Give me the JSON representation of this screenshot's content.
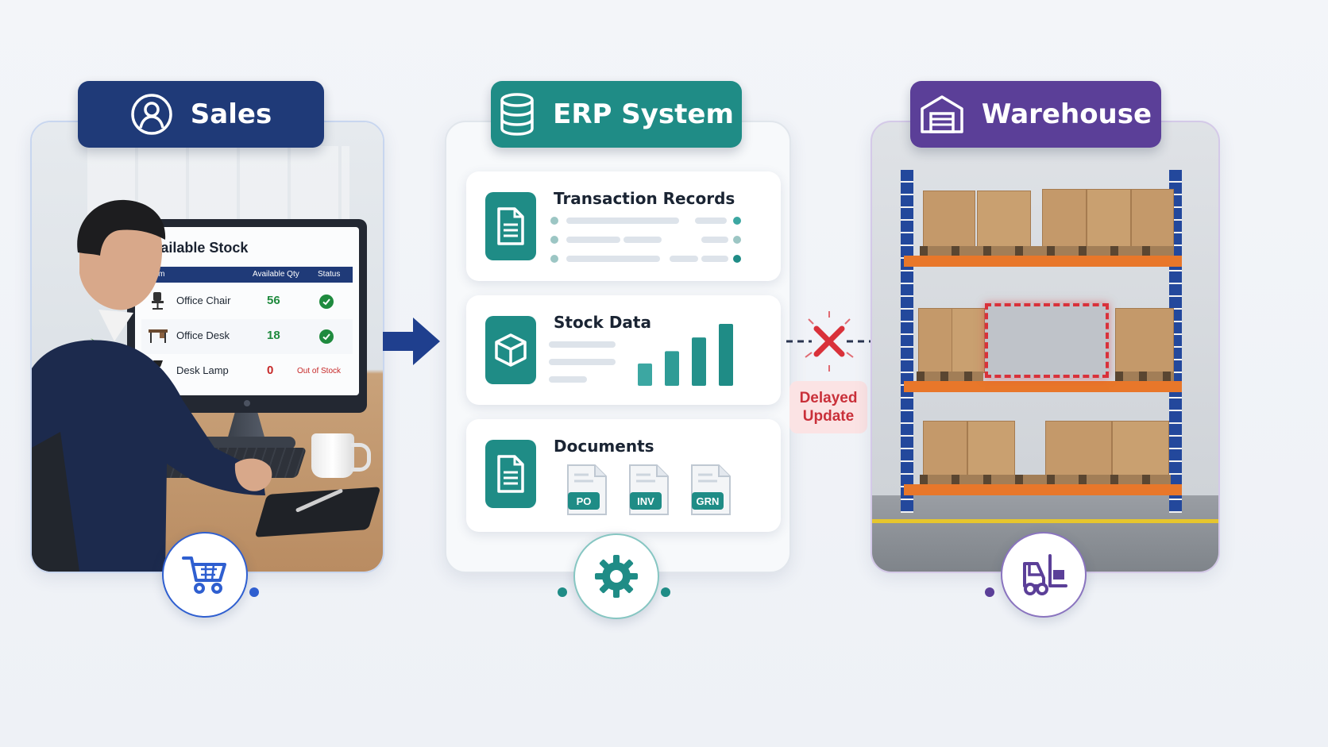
{
  "sales": {
    "title": "Sales",
    "screen_title": "Available Stock",
    "columns": [
      "Item",
      "Available Qty",
      "Status"
    ],
    "rows": [
      {
        "item": "Office Chair",
        "qty": "56",
        "status": "check"
      },
      {
        "item": "Office Desk",
        "qty": "18",
        "status": "check"
      },
      {
        "item": "Desk Lamp",
        "qty": "0",
        "status": "Out of Stock"
      }
    ]
  },
  "erp": {
    "title": "ERP System",
    "cards": {
      "transactions": "Transaction Records",
      "stock": "Stock Data",
      "documents": "Documents"
    },
    "doc_types": [
      "PO",
      "INV",
      "GRN"
    ],
    "stock_bars": [
      0.36,
      0.56,
      0.78,
      1.0
    ]
  },
  "warehouse": {
    "title": "Warehouse"
  },
  "connector": {
    "delay_label_line1": "Delayed",
    "delay_label_line2": "Update"
  },
  "colors": {
    "sales": "#1f3a78",
    "erp": "#1f8c86",
    "warehouse": "#5b3f98",
    "alert": "#d9313a"
  },
  "icons": [
    "user-icon",
    "database-icon",
    "warehouse-icon",
    "cart-icon",
    "gear-icon",
    "forklift-icon"
  ]
}
